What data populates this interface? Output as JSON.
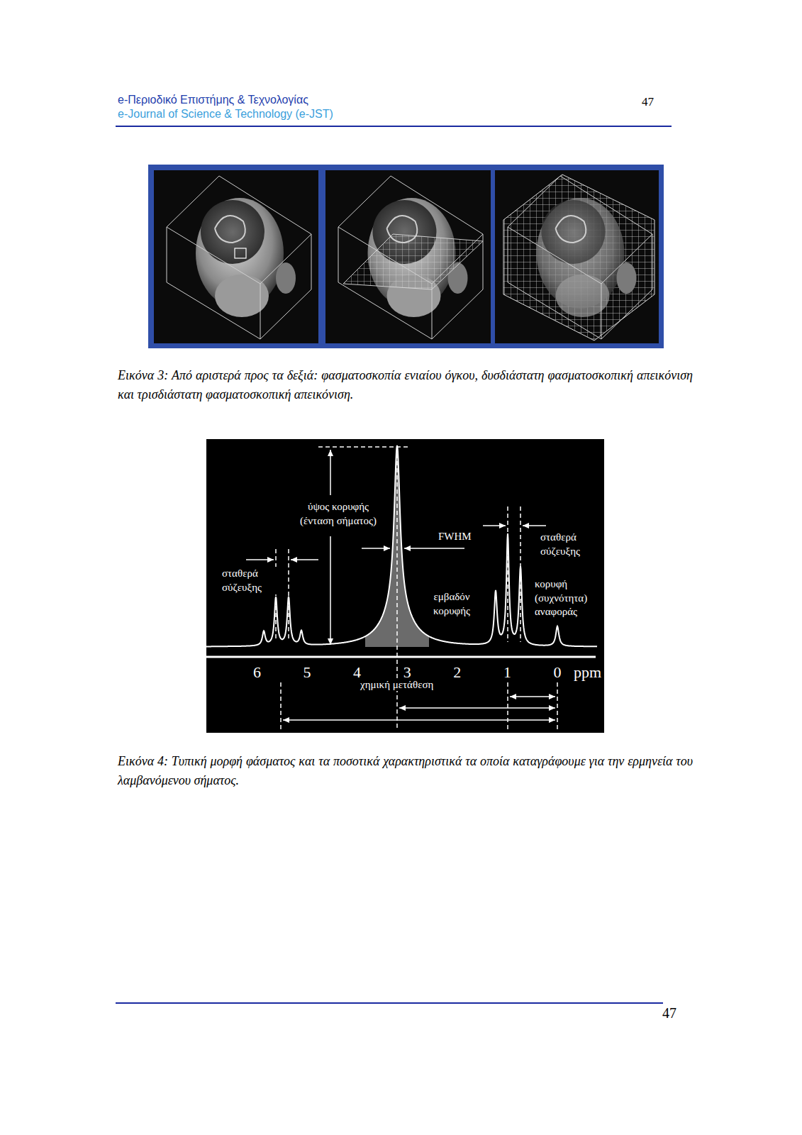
{
  "diagram": {
    "labels": [
      "e-Περιοδικό Επιστήμης & Τεχνολογίας",
      "e-Journal of Science & Technology (e-JST)",
      "47",
      "Εικόνα 3: Από αριστερά προς τα δεξιά: φασματοσκοπία ενιαίου όγκου, δυσδιάστατη φασματοσκοπική απεικόνιση και τρισδιάστατη φασματοσκοπική απεικόνιση.",
      "ύψος κορυφής (ένταση σήματος)",
      "FWHM",
      "σταθερά σύζευξης",
      "σταθερά σύζευξης",
      "εμβαδόν κορυφής",
      "κορυφή (συχνότητα) αναφοράς",
      "6",
      "5",
      "4",
      "3",
      "2",
      "1",
      "0",
      "ppm",
      "χημική μετάθεση",
      "Εικόνα 4: Τυπική μορφή φάσματος και τα ποσοτικά χαρακτηριστικά τα οποία καταγράφουμε για την ερμηνεία του λαμβανόμενου σήματος.",
      "47"
    ]
  }
}
